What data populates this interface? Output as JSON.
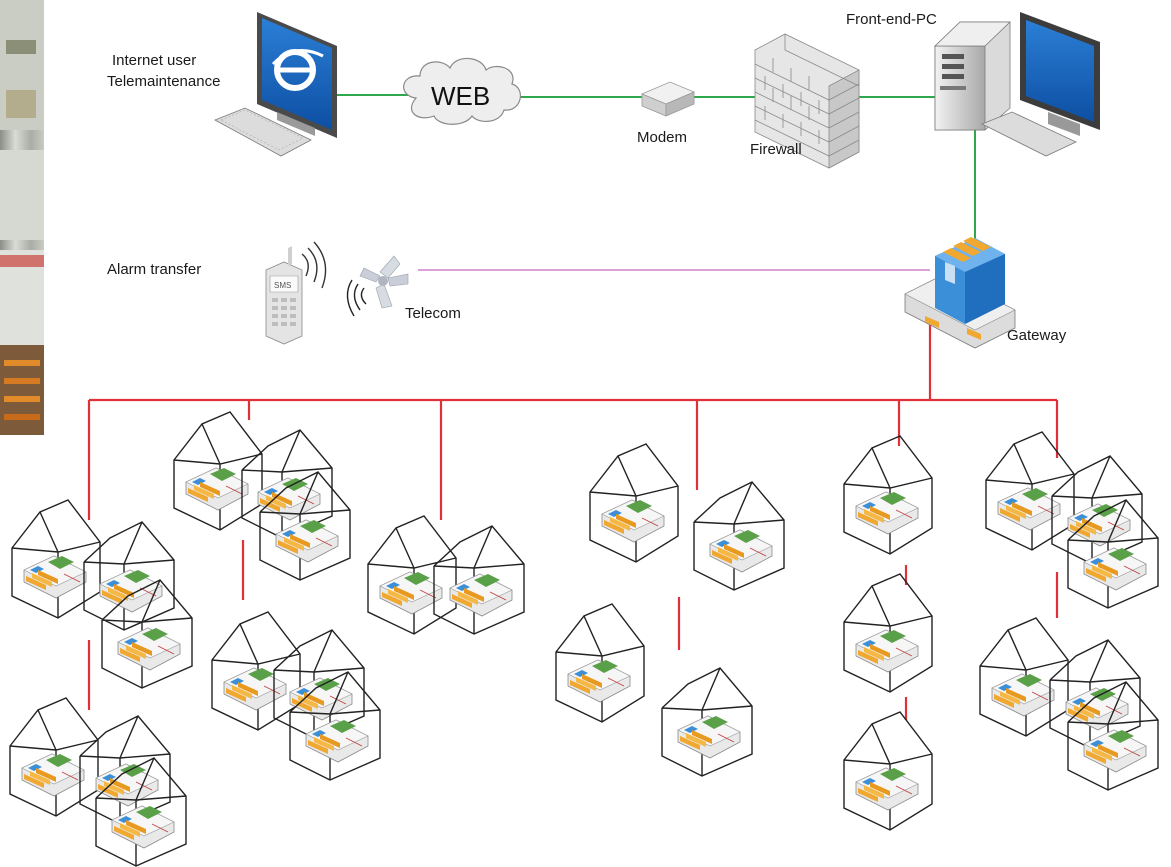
{
  "labels": {
    "internet_user_line1": "Internet user",
    "internet_user_line2": "Telemaintenance",
    "web": "WEB",
    "modem": "Modem",
    "firewall": "Firewall",
    "front_end_pc": "Front-end-PC",
    "alarm_transfer": "Alarm transfer",
    "telecom": "Telecom",
    "gateway": "Gateway",
    "sms": "SMS"
  },
  "colors": {
    "ethernet_link": "#2ea84a",
    "telecom_link": "#d9a3d9",
    "bus_link": "#e03038",
    "house_outline": "#222222",
    "controller_blue": "#3a8fd8",
    "controller_orange": "#f0a830",
    "controller_green": "#5aa048"
  },
  "icons": [
    "computer-icon",
    "cloud-icon",
    "modem-icon",
    "firewall-icon",
    "server-pc-icon",
    "mobile-phone-icon",
    "antenna-icon",
    "gateway-icon",
    "house-icon",
    "room-controller-icon"
  ]
}
